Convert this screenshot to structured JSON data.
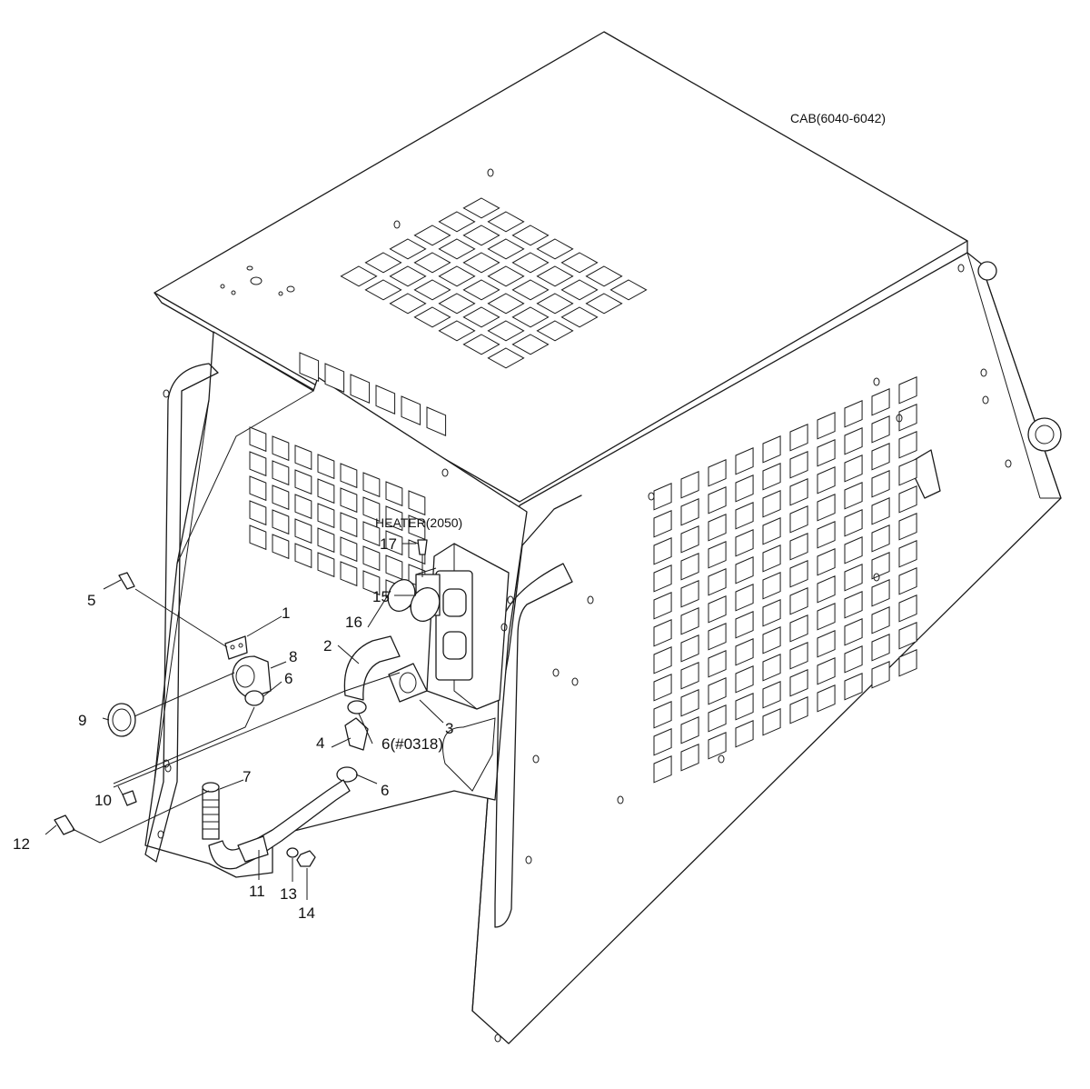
{
  "diagram": {
    "title": "CAB(6040-6042)",
    "subassembly": "HEATER(2050)",
    "callouts": [
      {
        "id": "c1",
        "text": "1"
      },
      {
        "id": "c2",
        "text": "2"
      },
      {
        "id": "c3",
        "text": "3"
      },
      {
        "id": "c4",
        "text": "4"
      },
      {
        "id": "c5",
        "text": "5"
      },
      {
        "id": "c6a",
        "text": "6"
      },
      {
        "id": "c6b",
        "text": "6(#0318)"
      },
      {
        "id": "c6c",
        "text": "6"
      },
      {
        "id": "c7",
        "text": "7"
      },
      {
        "id": "c8",
        "text": "8"
      },
      {
        "id": "c9",
        "text": "9"
      },
      {
        "id": "c10",
        "text": "10"
      },
      {
        "id": "c11",
        "text": "11"
      },
      {
        "id": "c12",
        "text": "12"
      },
      {
        "id": "c13",
        "text": "13"
      },
      {
        "id": "c14",
        "text": "14"
      },
      {
        "id": "c15",
        "text": "15"
      },
      {
        "id": "c16",
        "text": "16"
      },
      {
        "id": "c17",
        "text": "17"
      }
    ]
  }
}
